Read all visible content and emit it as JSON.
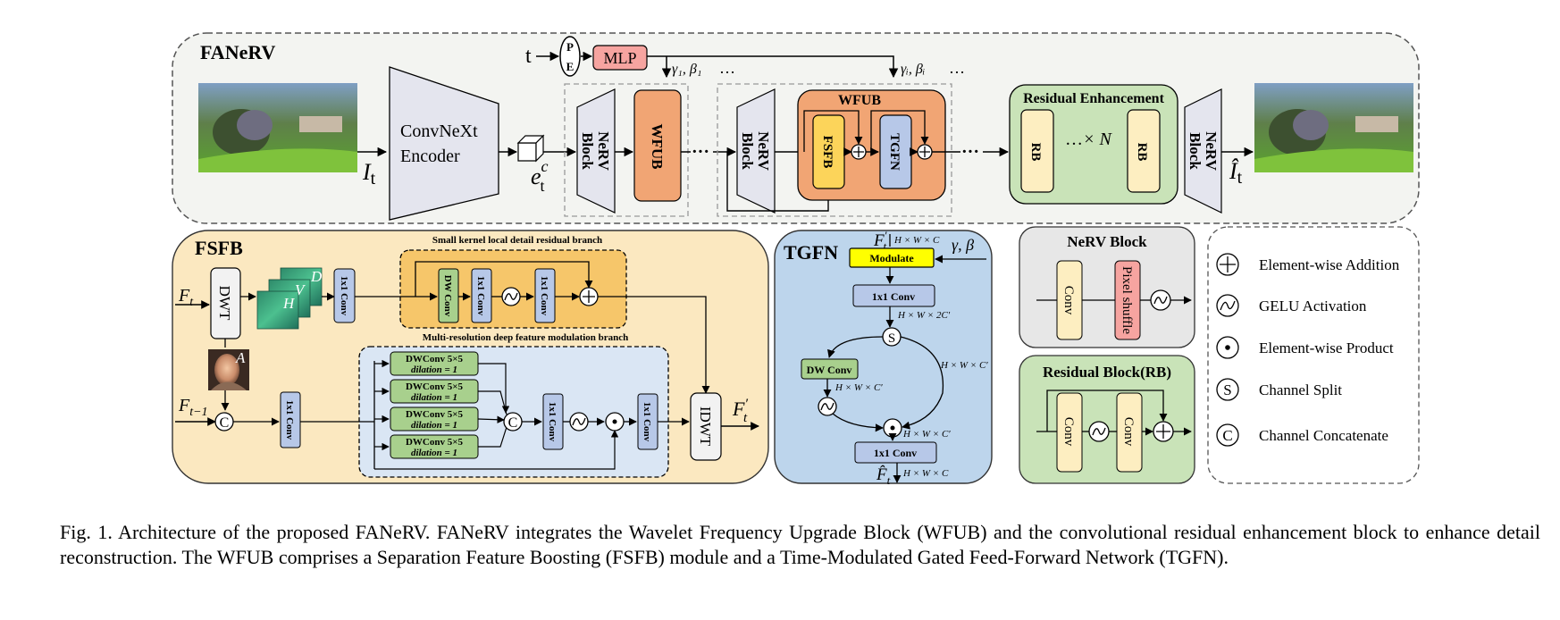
{
  "title": "FANeRV",
  "top": {
    "t_label": "t",
    "pe_top": "P",
    "pe_bottom": "E",
    "mlp": "MLP",
    "gamma1": "γ₁, β₁",
    "gammai": "γᵢ, βᵢ",
    "ellipsis": "…",
    "input_label": "I",
    "input_sub": "t",
    "encoder_line1": "ConvNeXt",
    "encoder_line2": "Encoder",
    "embed_label": "e",
    "embed_sup": "c",
    "embed_sub": "t",
    "nerv_block_a": "NeRV",
    "nerv_block_b": "Block",
    "wfub": "WFUB",
    "wfub_title": "WFUB",
    "fsfb": "FSFB",
    "tgfn": "TGFN",
    "dots": "···",
    "residual_title": "Residual Enhancement",
    "rb": "RB",
    "times_n": "× N",
    "output_label": "Î",
    "output_sub": "t"
  },
  "fsfb": {
    "title": "FSFB",
    "ft": "F",
    "ft_sub": "t",
    "ft1_sub": "t−1",
    "dwt": "DWT",
    "idwt": "IDWT",
    "conv1x1": "1x1 Conv",
    "dwconv": "DW Conv",
    "small_branch": "Small kernel local detail residual branch",
    "multi_branch": "Multi-resolution deep feature modulation branch",
    "dwconv55": "DWConv  5×5",
    "dilation": "dilation = 1",
    "band_h": "H",
    "band_v": "V",
    "band_d": "D",
    "band_a": "A",
    "out_label": "F",
    "out_sup": "′",
    "out_sub": "t"
  },
  "tgfn": {
    "title": "TGFN",
    "in_label": "F",
    "in_sup": "′",
    "in_sub": "t",
    "dim_in": "H × W × C",
    "gamma_beta": "γ, β",
    "modulate": "Modulate",
    "conv1x1": "1x1 Conv",
    "dim_2c": "H × W × 2C′",
    "split": "S",
    "dwconv": "DW Conv",
    "dim_c1": "H × W × C′",
    "dim_c2": "H × W × C′",
    "dim_c3": "H × W × C′",
    "dim_out": "H × W × C",
    "out_label": "F̂",
    "out_sub": "t"
  },
  "nerv_block": {
    "title": "NeRV Block",
    "conv": "Conv",
    "pixel_shuffle": "Pixel shuffle"
  },
  "residual_block": {
    "title": "Residual Block(RB)",
    "conv": "Conv"
  },
  "legend": {
    "items": [
      {
        "symbol": "+",
        "label": "Element-wise Addition"
      },
      {
        "symbol": "~",
        "label": "GELU Activation"
      },
      {
        "symbol": "•",
        "label": "Element-wise Product"
      },
      {
        "symbol": "S",
        "label": "Channel Split"
      },
      {
        "symbol": "C",
        "label": "Channel Concatenate"
      }
    ]
  },
  "caption": {
    "line1": "Fig. 1.  Architecture of the proposed FANeRV. FANeRV integrates the Wavelet Frequency Upgrade Block (WFUB) and the convolutional residual enhancement",
    "line2": "block to enhance detail reconstruction. The WFUB comprises a Separation Feature Boosting (FSFB) module and a Time-Modulated Gated Feed-Forward",
    "line3": "Network (TGFN)."
  },
  "colors": {
    "top_bg": "#f3f4f1",
    "fsfb_bg": "#fbe8c0",
    "tgfn_bg": "#bdd5ec",
    "nerv_bg": "#e7e7e7",
    "rb_bg": "#c9e3b8",
    "wfub_orange": "#f1a574",
    "mlp_pink": "#f6a4a0",
    "rb_yellow": "#fdeec1",
    "conv_blue": "#b7c8e8",
    "dw_green": "#a8d08d",
    "modulate_yellow": "#ffff00",
    "fsfb_yellow": "#fcd45a",
    "multi_bg": "#dae6f4"
  }
}
